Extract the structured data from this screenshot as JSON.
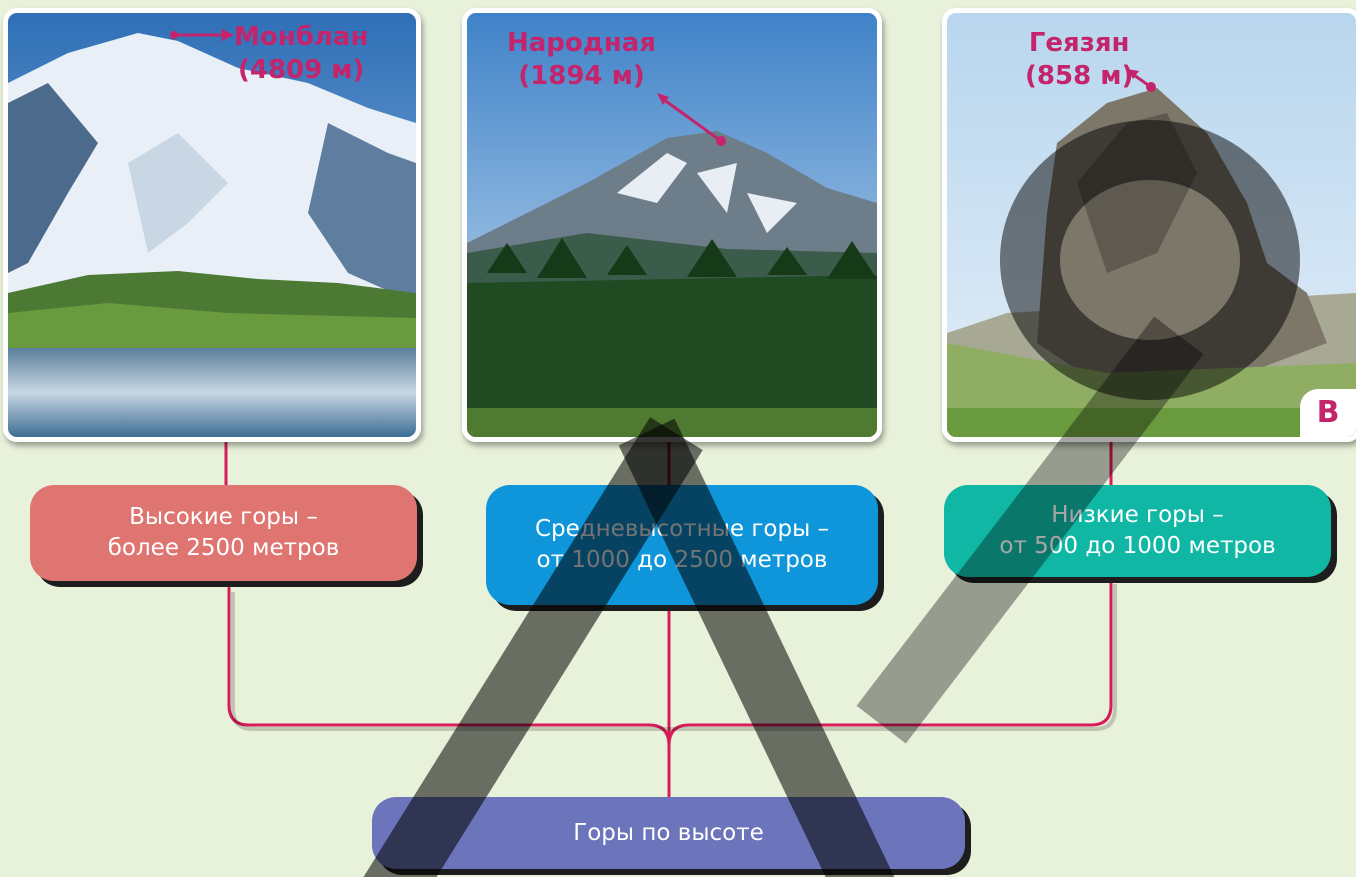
{
  "photos": [
    {
      "peak": "Монблан",
      "height": "(4809 м)"
    },
    {
      "peak": "Народная",
      "height": "(1894 м)"
    },
    {
      "peak": "Геязян",
      "height": "(858 м)",
      "badge": "B"
    }
  ],
  "categories": [
    {
      "line1": "Высокие горы –",
      "line2": "более 2500 метров",
      "color": "#df7571"
    },
    {
      "line1": "Средневысотные горы –",
      "line2": "от 1000 до 2500 метров",
      "color": "#0f96da"
    },
    {
      "line1": "Низкие горы –",
      "line2": "от 500 до 1000 метров",
      "color": "#10b7a5"
    }
  ],
  "root": {
    "label": "Горы по высоте",
    "color": "#6c75bb"
  },
  "colors": {
    "connector": "#d81b5a",
    "label": "#c4246b",
    "background": "#e8f1da"
  }
}
